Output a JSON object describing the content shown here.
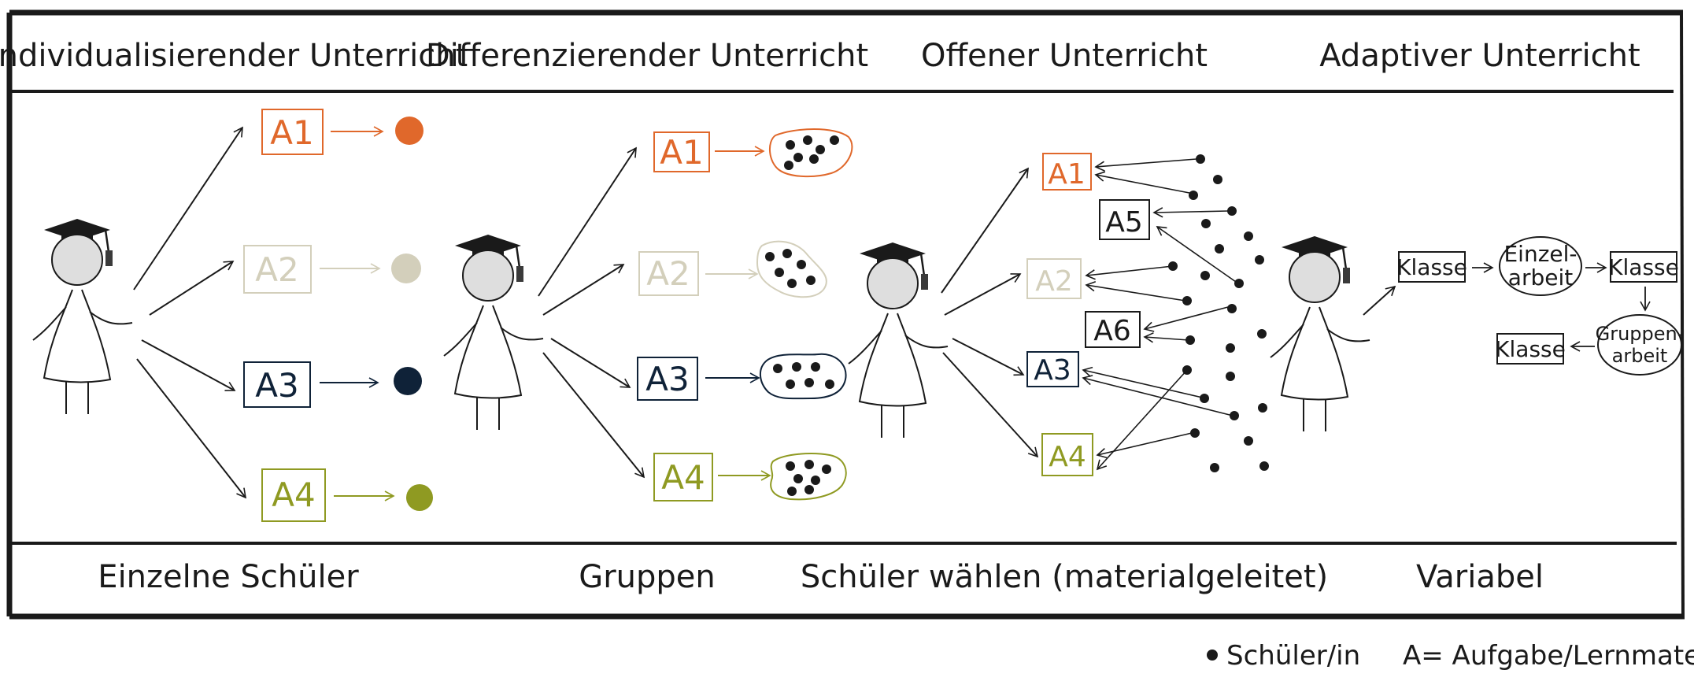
{
  "headers": {
    "col1": "Individualisierender Unterricht",
    "col2": "Differenzierender Unterricht",
    "col3": "Offener Unterricht",
    "col4": "Adaptiver Unterricht"
  },
  "footers": {
    "col1": "Einzelne Schüler",
    "col2": "Gruppen",
    "col3": "Schüler wählen (materialgeleitet)",
    "col4": "Variabel"
  },
  "tasks": {
    "a1": "A1",
    "a2": "A2",
    "a3": "A3",
    "a4": "A4",
    "a5": "A5",
    "a6": "A6"
  },
  "adaptive": {
    "klasse": "Klasse",
    "einzel_line1": "Einzel-",
    "einzel_line2": "arbeit",
    "gruppen_line1": "Gruppen-",
    "gruppen_line2": "arbeit"
  },
  "legend": {
    "student": "Schüler/in",
    "task": "A= Aufgabe/Lernmaterial"
  },
  "colors": {
    "a1": "#e0682b",
    "a2": "#d3cfbb",
    "a3": "#0f2238",
    "a4": "#8f9a22",
    "line": "#1a1a1a"
  }
}
